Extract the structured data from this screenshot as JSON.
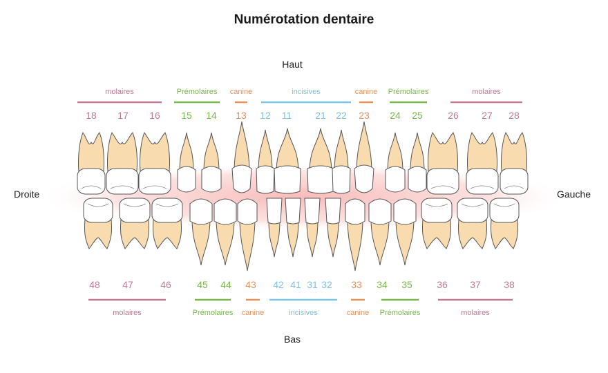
{
  "title": "Numérotation dentaire",
  "labels": {
    "top": "Haut",
    "bottom": "Bas",
    "left": "Droite",
    "right": "Gauche"
  },
  "colors": {
    "molaires": "#c07a95",
    "premolaires": "#7ab84a",
    "canine": "#e8915a",
    "incisives": "#7ec4e4",
    "crown": "#ffffff",
    "root": "#f8dcb0",
    "gum": "#f6b3b0"
  },
  "upper_groups": [
    {
      "label": "molaires",
      "type": "molaires"
    },
    {
      "label": "Prémolaires",
      "type": "premolaires"
    },
    {
      "label": "canine",
      "type": "canine"
    },
    {
      "label": "incisives",
      "type": "incisives"
    },
    {
      "label": "canine",
      "type": "canine"
    },
    {
      "label": "Prémolaires",
      "type": "premolaires"
    },
    {
      "label": "molaires",
      "type": "molaires"
    }
  ],
  "lower_groups": [
    {
      "label": "molaires",
      "type": "molaires"
    },
    {
      "label": "Prémolaires",
      "type": "premolaires"
    },
    {
      "label": "canine",
      "type": "canine"
    },
    {
      "label": "incisives",
      "type": "incisives"
    },
    {
      "label": "canine",
      "type": "canine"
    },
    {
      "label": "Prémolaires",
      "type": "premolaires"
    },
    {
      "label": "molaires",
      "type": "molaires"
    }
  ],
  "upper_teeth": [
    {
      "num": "18",
      "type": "molaires"
    },
    {
      "num": "17",
      "type": "molaires"
    },
    {
      "num": "16",
      "type": "molaires"
    },
    {
      "num": "15",
      "type": "premolaires"
    },
    {
      "num": "14",
      "type": "premolaires"
    },
    {
      "num": "13",
      "type": "canine"
    },
    {
      "num": "12",
      "type": "incisives"
    },
    {
      "num": "11",
      "type": "incisives"
    },
    {
      "num": "21",
      "type": "incisives"
    },
    {
      "num": "22",
      "type": "incisives"
    },
    {
      "num": "23",
      "type": "canine"
    },
    {
      "num": "24",
      "type": "premolaires"
    },
    {
      "num": "25",
      "type": "premolaires"
    },
    {
      "num": "26",
      "type": "molaires"
    },
    {
      "num": "27",
      "type": "molaires"
    },
    {
      "num": "28",
      "type": "molaires"
    }
  ],
  "lower_teeth": [
    {
      "num": "48",
      "type": "molaires"
    },
    {
      "num": "47",
      "type": "molaires"
    },
    {
      "num": "46",
      "type": "molaires"
    },
    {
      "num": "45",
      "type": "premolaires"
    },
    {
      "num": "44",
      "type": "premolaires"
    },
    {
      "num": "43",
      "type": "canine"
    },
    {
      "num": "42",
      "type": "incisives"
    },
    {
      "num": "41",
      "type": "incisives"
    },
    {
      "num": "31",
      "type": "incisives"
    },
    {
      "num": "32",
      "type": "incisives"
    },
    {
      "num": "33",
      "type": "canine"
    },
    {
      "num": "34",
      "type": "premolaires"
    },
    {
      "num": "35",
      "type": "premolaires"
    },
    {
      "num": "36",
      "type": "molaires"
    },
    {
      "num": "37",
      "type": "molaires"
    },
    {
      "num": "38",
      "type": "molaires"
    }
  ]
}
